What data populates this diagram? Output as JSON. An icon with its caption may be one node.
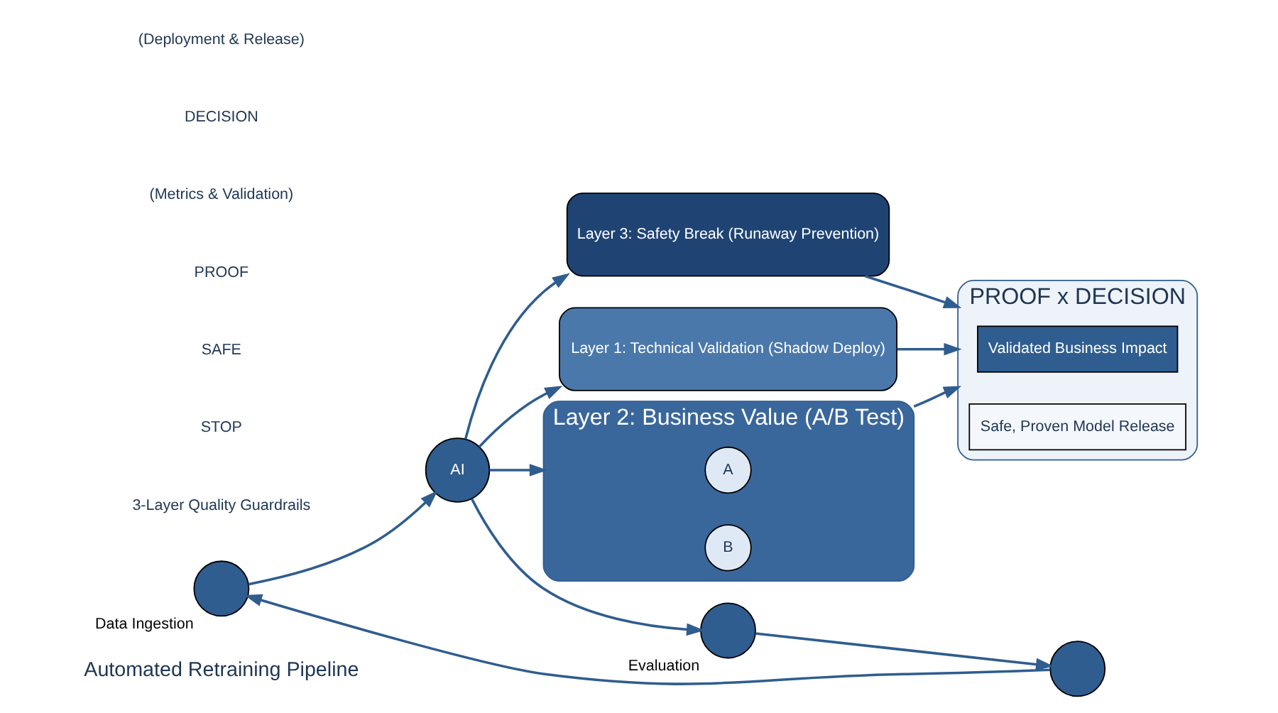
{
  "diagram": {
    "nodes": [
      {
        "text": [
          "Automated Retraining Pipeline"
        ]
      },
      {
        "text": [],
        "shape": "circle",
        "beside": [
          "Data Ingestion"
        ]
      },
      {
        "text": [
          "AI"
        ]
      },
      {
        "text": [],
        "shape": "circle",
        "beside": [
          "Evaluation"
        ]
      },
      {
        "text": [],
        "shape": "circle"
      },
      {
        "text": [
          "Layer 1: Technical Validation (Shadow Deploy)"
        ]
      },
      {
        "text": [
          "Layer 2: Business Value (A/B Test)"
        ]
      },
      {
        "text": [
          "A"
        ],
        "in": 6
      },
      {
        "text": [
          "B"
        ],
        "in": 6
      },
      {
        "text": [
          "Layer 3: Safety Break (Runaway Prevention)"
        ]
      },
      {
        "text": [
          "PROOF x DECISION"
        ]
      },
      {
        "text": [
          "Validated Business Impact"
        ],
        "in": 10
      },
      {
        "text": [
          "Safe, Proven Model Release"
        ],
        "in": 10
      }
    ],
    "edges": [
      {
        "from": 1,
        "to": 2,
        "arrow": "to"
      },
      {
        "from": 2,
        "to": 3,
        "arrow": "to"
      },
      {
        "from": 3,
        "to": 4,
        "arrow": "to"
      },
      {
        "from": 4,
        "to": 1,
        "arrow": "to"
      },
      {
        "from": 2,
        "to": 5,
        "arrow": "to"
      },
      {
        "from": 2,
        "to": 6,
        "arrow": "to"
      },
      {
        "from": 2,
        "to": 9,
        "arrow": "to"
      },
      {
        "from": 5,
        "to": 10,
        "arrow": "to"
      },
      {
        "from": 6,
        "to": 10,
        "arrow": "to"
      },
      {
        "from": 9,
        "to": 10,
        "arrow": "to"
      }
    ],
    "labels": [
      "3-Layer Quality Guardrails",
      "STOP",
      "SAFE",
      "PROOF",
      "(Metrics & Validation)",
      "DECISION",
      "(Deployment & Release)"
    ]
  }
}
